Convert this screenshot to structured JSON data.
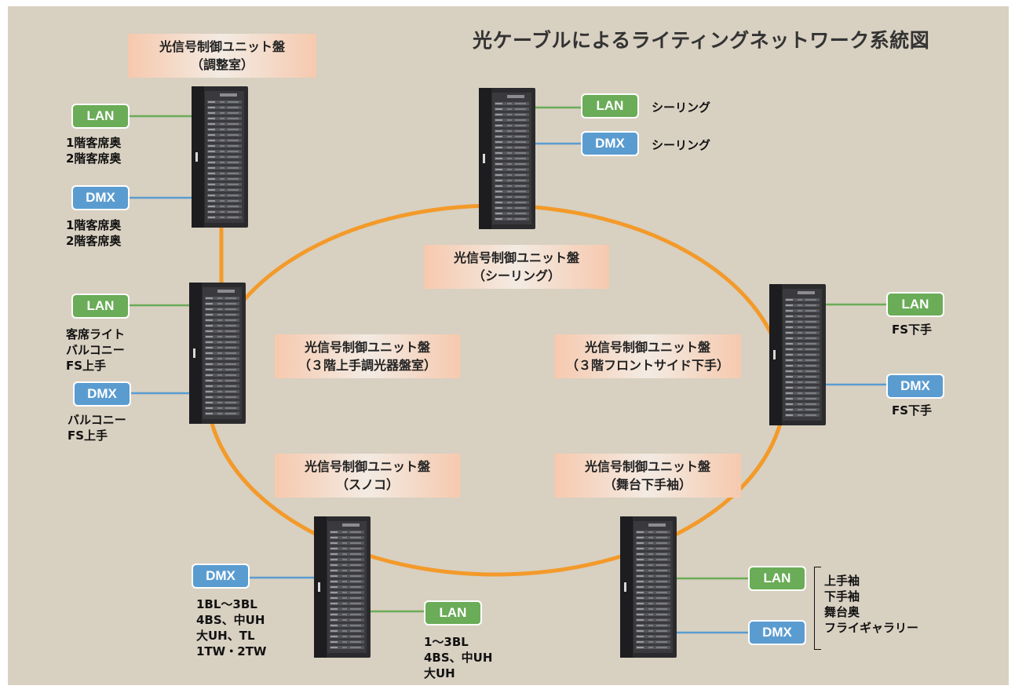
{
  "title": "光ケーブルによるライティングネットワーク系統図",
  "colors": {
    "background": "#d8d0c1",
    "ring": "#f39a2a",
    "lan": "#6aac57",
    "dmx": "#5b9cd0",
    "label_edge": "#f6c9ae",
    "label_center": "#f3ebe3"
  },
  "badges": {
    "lan": "LAN",
    "dmx": "DMX"
  },
  "panels": {
    "control_room": {
      "line1": "光信号制御ユニット盤",
      "line2": "（調整室）"
    },
    "ceiling": {
      "line1": "光信号制御ユニット盤",
      "line2": "（シーリング）"
    },
    "floor3_stage_right": {
      "line1": "光信号制御ユニット盤",
      "line2": "（３階上手調光器盤室）"
    },
    "floor3_front_side": {
      "line1": "光信号制御ユニット盤",
      "line2": "（３階フロントサイド下手）"
    },
    "sunoko": {
      "line1": "光信号制御ユニット盤",
      "line2": "（スノコ）"
    },
    "stage_left_wing": {
      "line1": "光信号制御ユニット盤",
      "line2": "（舞台下手袖）"
    }
  },
  "tags": {
    "control_room_lan": [
      "1階客席奥",
      "2階客席奥"
    ],
    "control_room_dmx": [
      "1階客席奥",
      "2階客席奥"
    ],
    "ceiling_lan": "シーリング",
    "ceiling_dmx": "シーリング",
    "floor3_lan": [
      "客席ライト",
      "バルコニー",
      "FS上手"
    ],
    "floor3_dmx": [
      "バルコニー",
      "FS上手"
    ],
    "front_side_lan": "FS下手",
    "front_side_dmx": "FS下手",
    "sunoko_dmx": [
      "1BL～3BL",
      "4BS、中UH",
      "大UH、TL",
      "1TW・2TW"
    ],
    "sunoko_lan": [
      "1～3BL",
      "4BS、中UH",
      "大UH"
    ],
    "wing": [
      "上手袖",
      "下手袖",
      "舞台奥",
      "フライギャラリー"
    ]
  }
}
